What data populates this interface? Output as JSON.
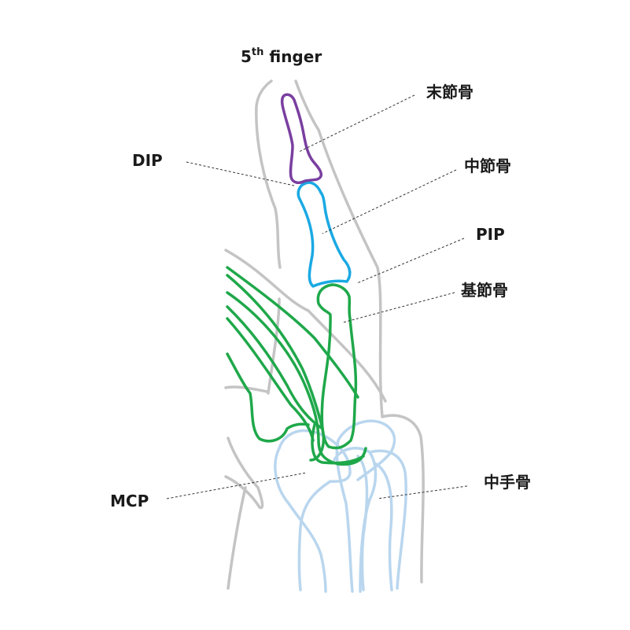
{
  "title": {
    "base": "5",
    "sup": "th",
    "rest": " finger"
  },
  "labels": {
    "distal_phalanx": "末節骨",
    "dip": "DIP",
    "middle_phalanx": "中節骨",
    "pip": "PIP",
    "proximal_phalanx": "基節骨",
    "mcp": "MCP",
    "metacarpal": "中手骨"
  },
  "colors": {
    "outline": "#c4c4c4",
    "distal_phalanx": "#7a3fa0",
    "middle_phalanx": "#1aa9e3",
    "proximal_phalanx_and_tendons": "#1fa84a",
    "metacarpals": "#b9d6ee"
  }
}
